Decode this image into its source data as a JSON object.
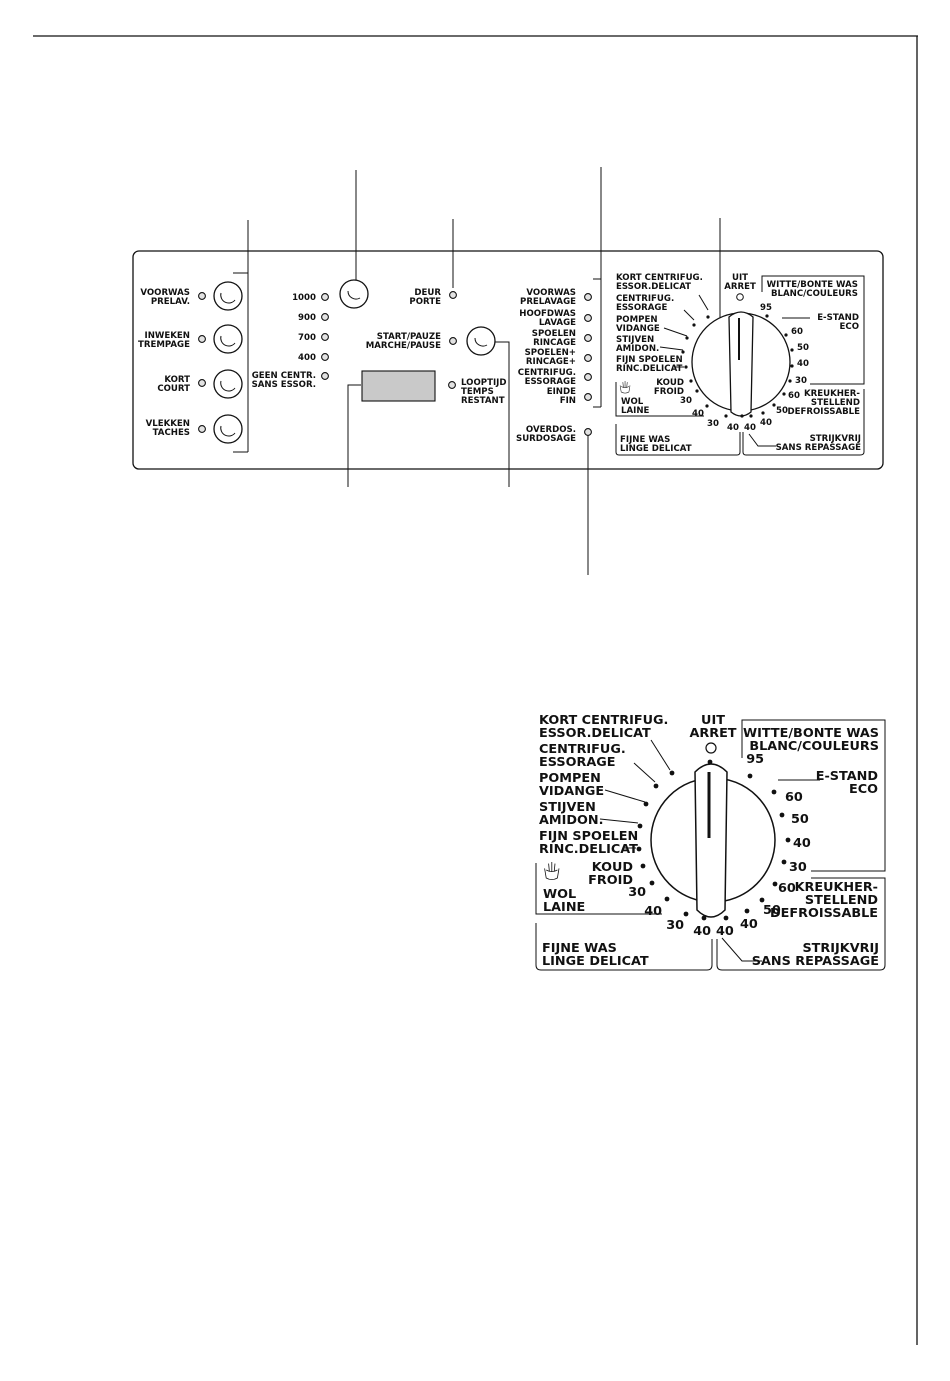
{
  "panel": {
    "option_buttons": [
      {
        "line1": "VOORWAS",
        "line2": "PRELAV."
      },
      {
        "line1": "INWEKEN",
        "line2": "TREMPAGE"
      },
      {
        "line1": "KORT",
        "line2": "COURT"
      },
      {
        "line1": "VLEKKEN",
        "line2": "TACHES"
      }
    ],
    "spin_speeds": [
      {
        "line1": "1000",
        "line2": ""
      },
      {
        "line1": "900",
        "line2": ""
      },
      {
        "line1": "700",
        "line2": ""
      },
      {
        "line1": "400",
        "line2": ""
      },
      {
        "line1": "GEEN CENTR.",
        "line2": "SANS ESSOR."
      }
    ],
    "door": {
      "line1": "DEUR",
      "line2": "PORTE"
    },
    "start": {
      "line1": "START/PAUZE",
      "line2": "MARCHE/PAUSE"
    },
    "time_remaining": {
      "line1": "LOOPTIJD",
      "line2": "TEMPS",
      "line3": "RESTANT"
    },
    "phases": [
      {
        "line1": "VOORWAS",
        "line2": "PRELAVAGE"
      },
      {
        "line1": "HOOFDWAS",
        "line2": "LAVAGE"
      },
      {
        "line1": "SPOELEN",
        "line2": "RINCAGE"
      },
      {
        "line1": "SPOELEN+",
        "line2": "RINCAGE+"
      },
      {
        "line1": "CENTRIFUG.",
        "line2": "ESSORAGE"
      },
      {
        "line1": "EINDE",
        "line2": "FIN"
      }
    ],
    "overdose": {
      "line1": "OVERDOS.",
      "line2": "SURDOSAGE"
    }
  },
  "dial": {
    "off": {
      "line1": "UIT",
      "line2": "ARRET"
    },
    "short_spin": {
      "line1": "KORT CENTRIFUG.",
      "line2": "ESSOR.DELICAT"
    },
    "spin": {
      "line1": "CENTRIFUG.",
      "line2": "ESSORAGE"
    },
    "drain": {
      "line1": "POMPEN",
      "line2": "VIDANGE"
    },
    "starch": {
      "line1": "STIJVEN",
      "line2": "AMIDON."
    },
    "fine_rinse": {
      "line1": "FIJN SPOELEN",
      "line2": "RINC.DELICAT"
    },
    "cold": {
      "line1": "KOUD",
      "line2": "FROID"
    },
    "wool": {
      "line1": "WOL",
      "line2": "LAINE"
    },
    "delicates": {
      "line1": "FIJNE WAS",
      "line2": "LINGE DELICAT"
    },
    "cottons": {
      "line1": "WITTE/BONTE WAS",
      "line2": "BLANC/COULEURS"
    },
    "eco": {
      "line1": "E-STAND",
      "line2": "ECO"
    },
    "easy_care": {
      "line1": "KREUKHER-",
      "line2": "STELLEND",
      "line3": "DEFROISSABLE"
    },
    "no_iron": {
      "line1": "STRIJKVRIJ",
      "line2": "SANS REPASSAGE"
    },
    "temps": {
      "cot95": "95",
      "cot60": "60",
      "cot50": "50",
      "cot40": "40",
      "cot30": "30",
      "ec60": "60",
      "ec50": "50",
      "ec40": "40",
      "ni40": "40",
      "del40": "40",
      "del30": "30",
      "wol40": "40",
      "wol30": "30"
    }
  }
}
